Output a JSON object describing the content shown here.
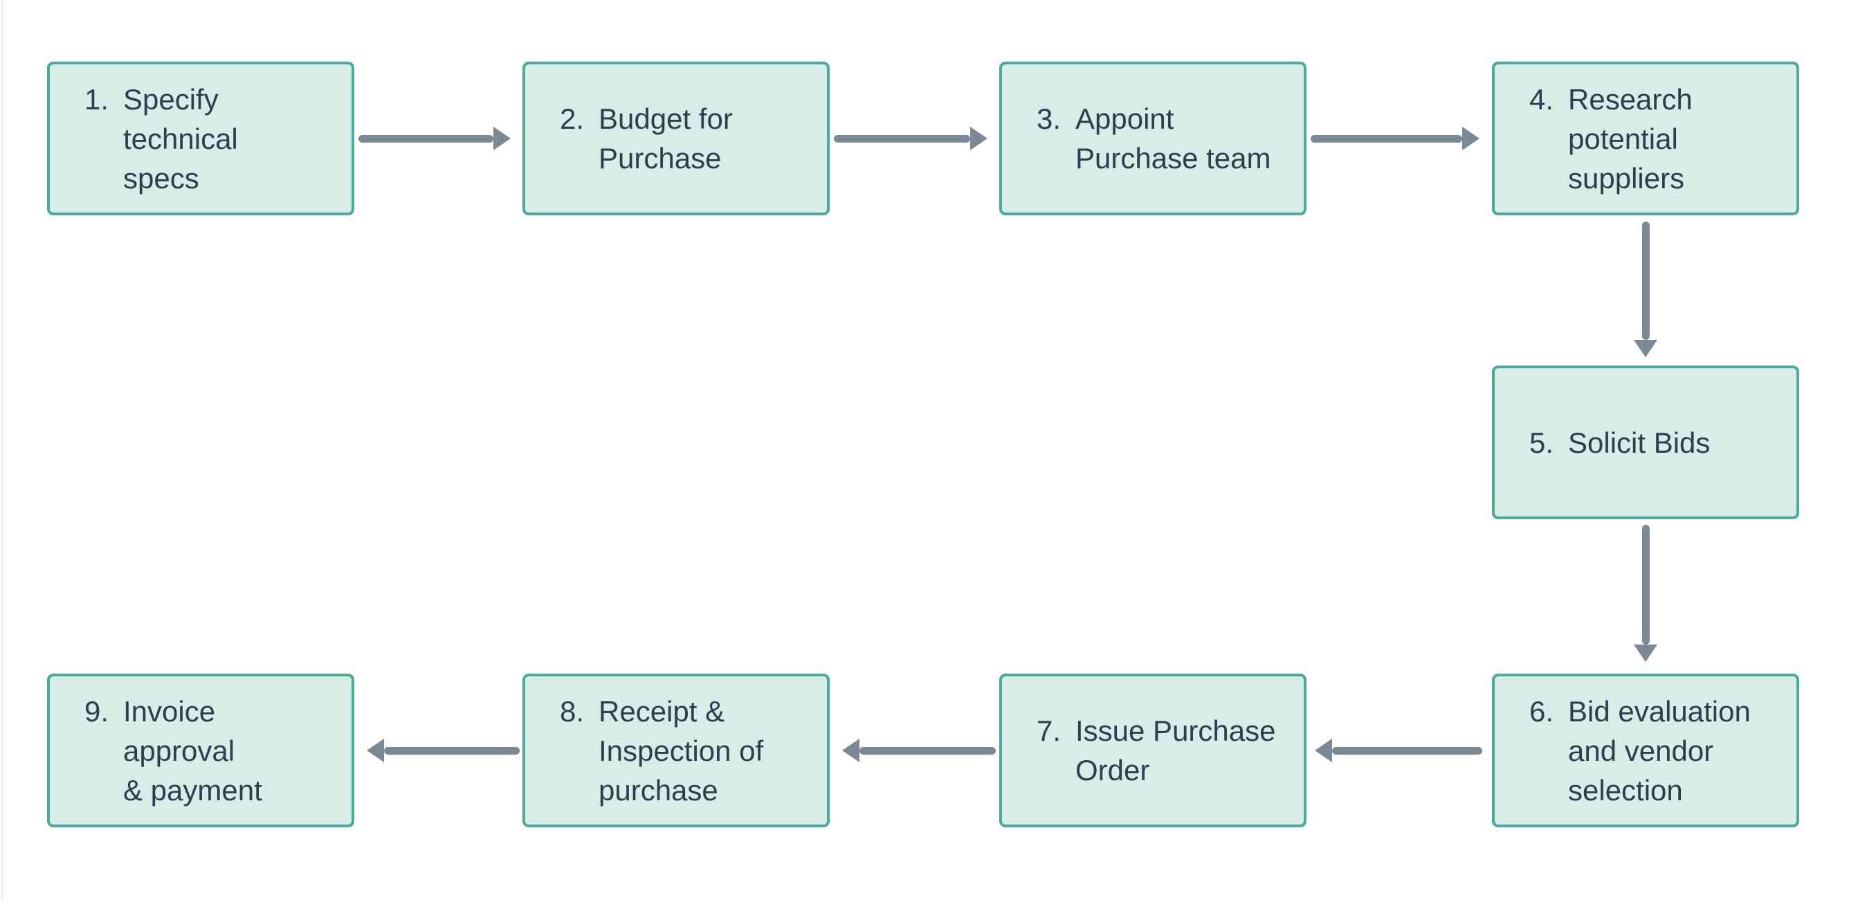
{
  "page": {
    "background": "#ffffff"
  },
  "colors": {
    "box_fill": "#d8ece8",
    "box_border": "#4caa9b",
    "step_text": "#2d3e4d",
    "arrow": "#7b8997",
    "edge_line": "#ececec"
  },
  "diagram": {
    "type": "flowchart",
    "steps": [
      {
        "number": "1.",
        "label": "Specify technical\nspecs"
      },
      {
        "number": "2.",
        "label": "Budget for\nPurchase"
      },
      {
        "number": "3.",
        "label": "Appoint\nPurchase team"
      },
      {
        "number": "4.",
        "label": "Research\npotential\nsuppliers"
      },
      {
        "number": "5.",
        "label": "Solicit Bids"
      },
      {
        "number": "6.",
        "label": "Bid evaluation\nand vendor\nselection"
      },
      {
        "number": "7.",
        "label": "Issue Purchase\nOrder"
      },
      {
        "number": "8.",
        "label": "Receipt &\nInspection of\npurchase"
      },
      {
        "number": "9.",
        "label": "Invoice approval\n& payment"
      }
    ],
    "connections": [
      {
        "from": 1,
        "to": 2
      },
      {
        "from": 2,
        "to": 3
      },
      {
        "from": 3,
        "to": 4
      },
      {
        "from": 4,
        "to": 5
      },
      {
        "from": 5,
        "to": 6
      },
      {
        "from": 6,
        "to": 7
      },
      {
        "from": 7,
        "to": 8
      },
      {
        "from": 8,
        "to": 9
      }
    ]
  }
}
